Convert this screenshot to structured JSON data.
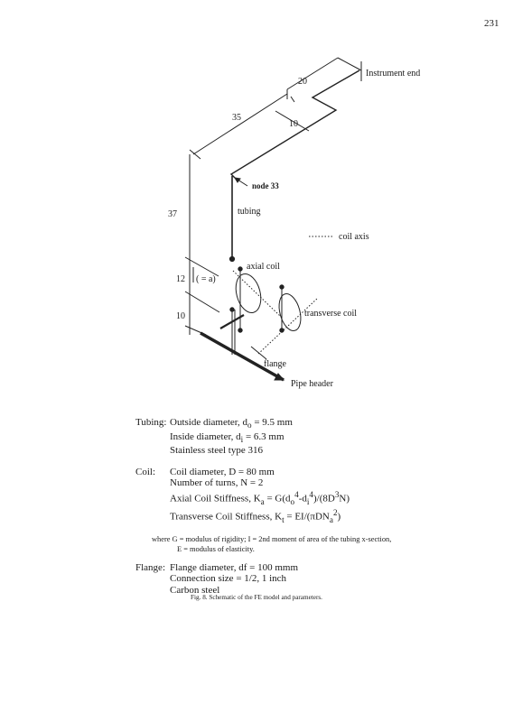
{
  "page_number": "231",
  "figure": {
    "labels": {
      "instrument_end": "Instrument end",
      "dim_20": "20",
      "dim_35": "35",
      "dim_10_top": "10",
      "node": "node 33",
      "dim_37": "37",
      "tubing": "tubing",
      "coil_axis": "coil axis",
      "axial_coil": "axial coil",
      "dim_12": "12",
      "eq_a": "( = a)",
      "dim_10_bottom": "10",
      "transverse_coil": "transverse coil",
      "flange": "flange",
      "pipe_header": "Pipe header"
    }
  },
  "parameters": {
    "tubing": {
      "label": "Tubing:",
      "outside_diameter": {
        "prefix": "Outside diameter, d",
        "sub": "o",
        "suffix": " = 9.5 mm"
      },
      "inside_diameter": {
        "prefix": "Inside diameter, d",
        "sub": "i",
        "suffix": " = 6.3 mm"
      },
      "material": "Stainless steel type 316"
    },
    "coil": {
      "label": "Coil:",
      "diameter": "Coil diameter, D = 80 mm",
      "turns": "Number of turns, N = 2",
      "axial": {
        "prefix": "Axial Coil Stiffness, K",
        "sub_a": "a",
        "mid1": " = G(d",
        "sub_o": "o",
        "sup_4a": "4",
        "mid2": "-d",
        "sub_i": "i",
        "sup_4b": "4",
        "mid3": ")/(8D",
        "sup_3": "3",
        "suffix": "N)"
      },
      "transverse": {
        "prefix": "Transverse Coil Stiffness, K",
        "sub_t": "t",
        "mid": " = EI/(πDN",
        "sub_a": "a",
        "sup_2": "2",
        "suffix": ")"
      }
    },
    "where": {
      "line1": "where G = modulus of rigidity; I = 2nd moment of area of the tubing x-section,",
      "line2": "E = modulus of elasticity."
    },
    "flange": {
      "label": "Flange:",
      "diameter": "Flange diameter, df = 100 mmm",
      "connection": "Connection size = 1/2, 1 inch",
      "material": "Carbon steel"
    }
  },
  "caption": "Fig. 8. Schematic of the FE model and parameters."
}
